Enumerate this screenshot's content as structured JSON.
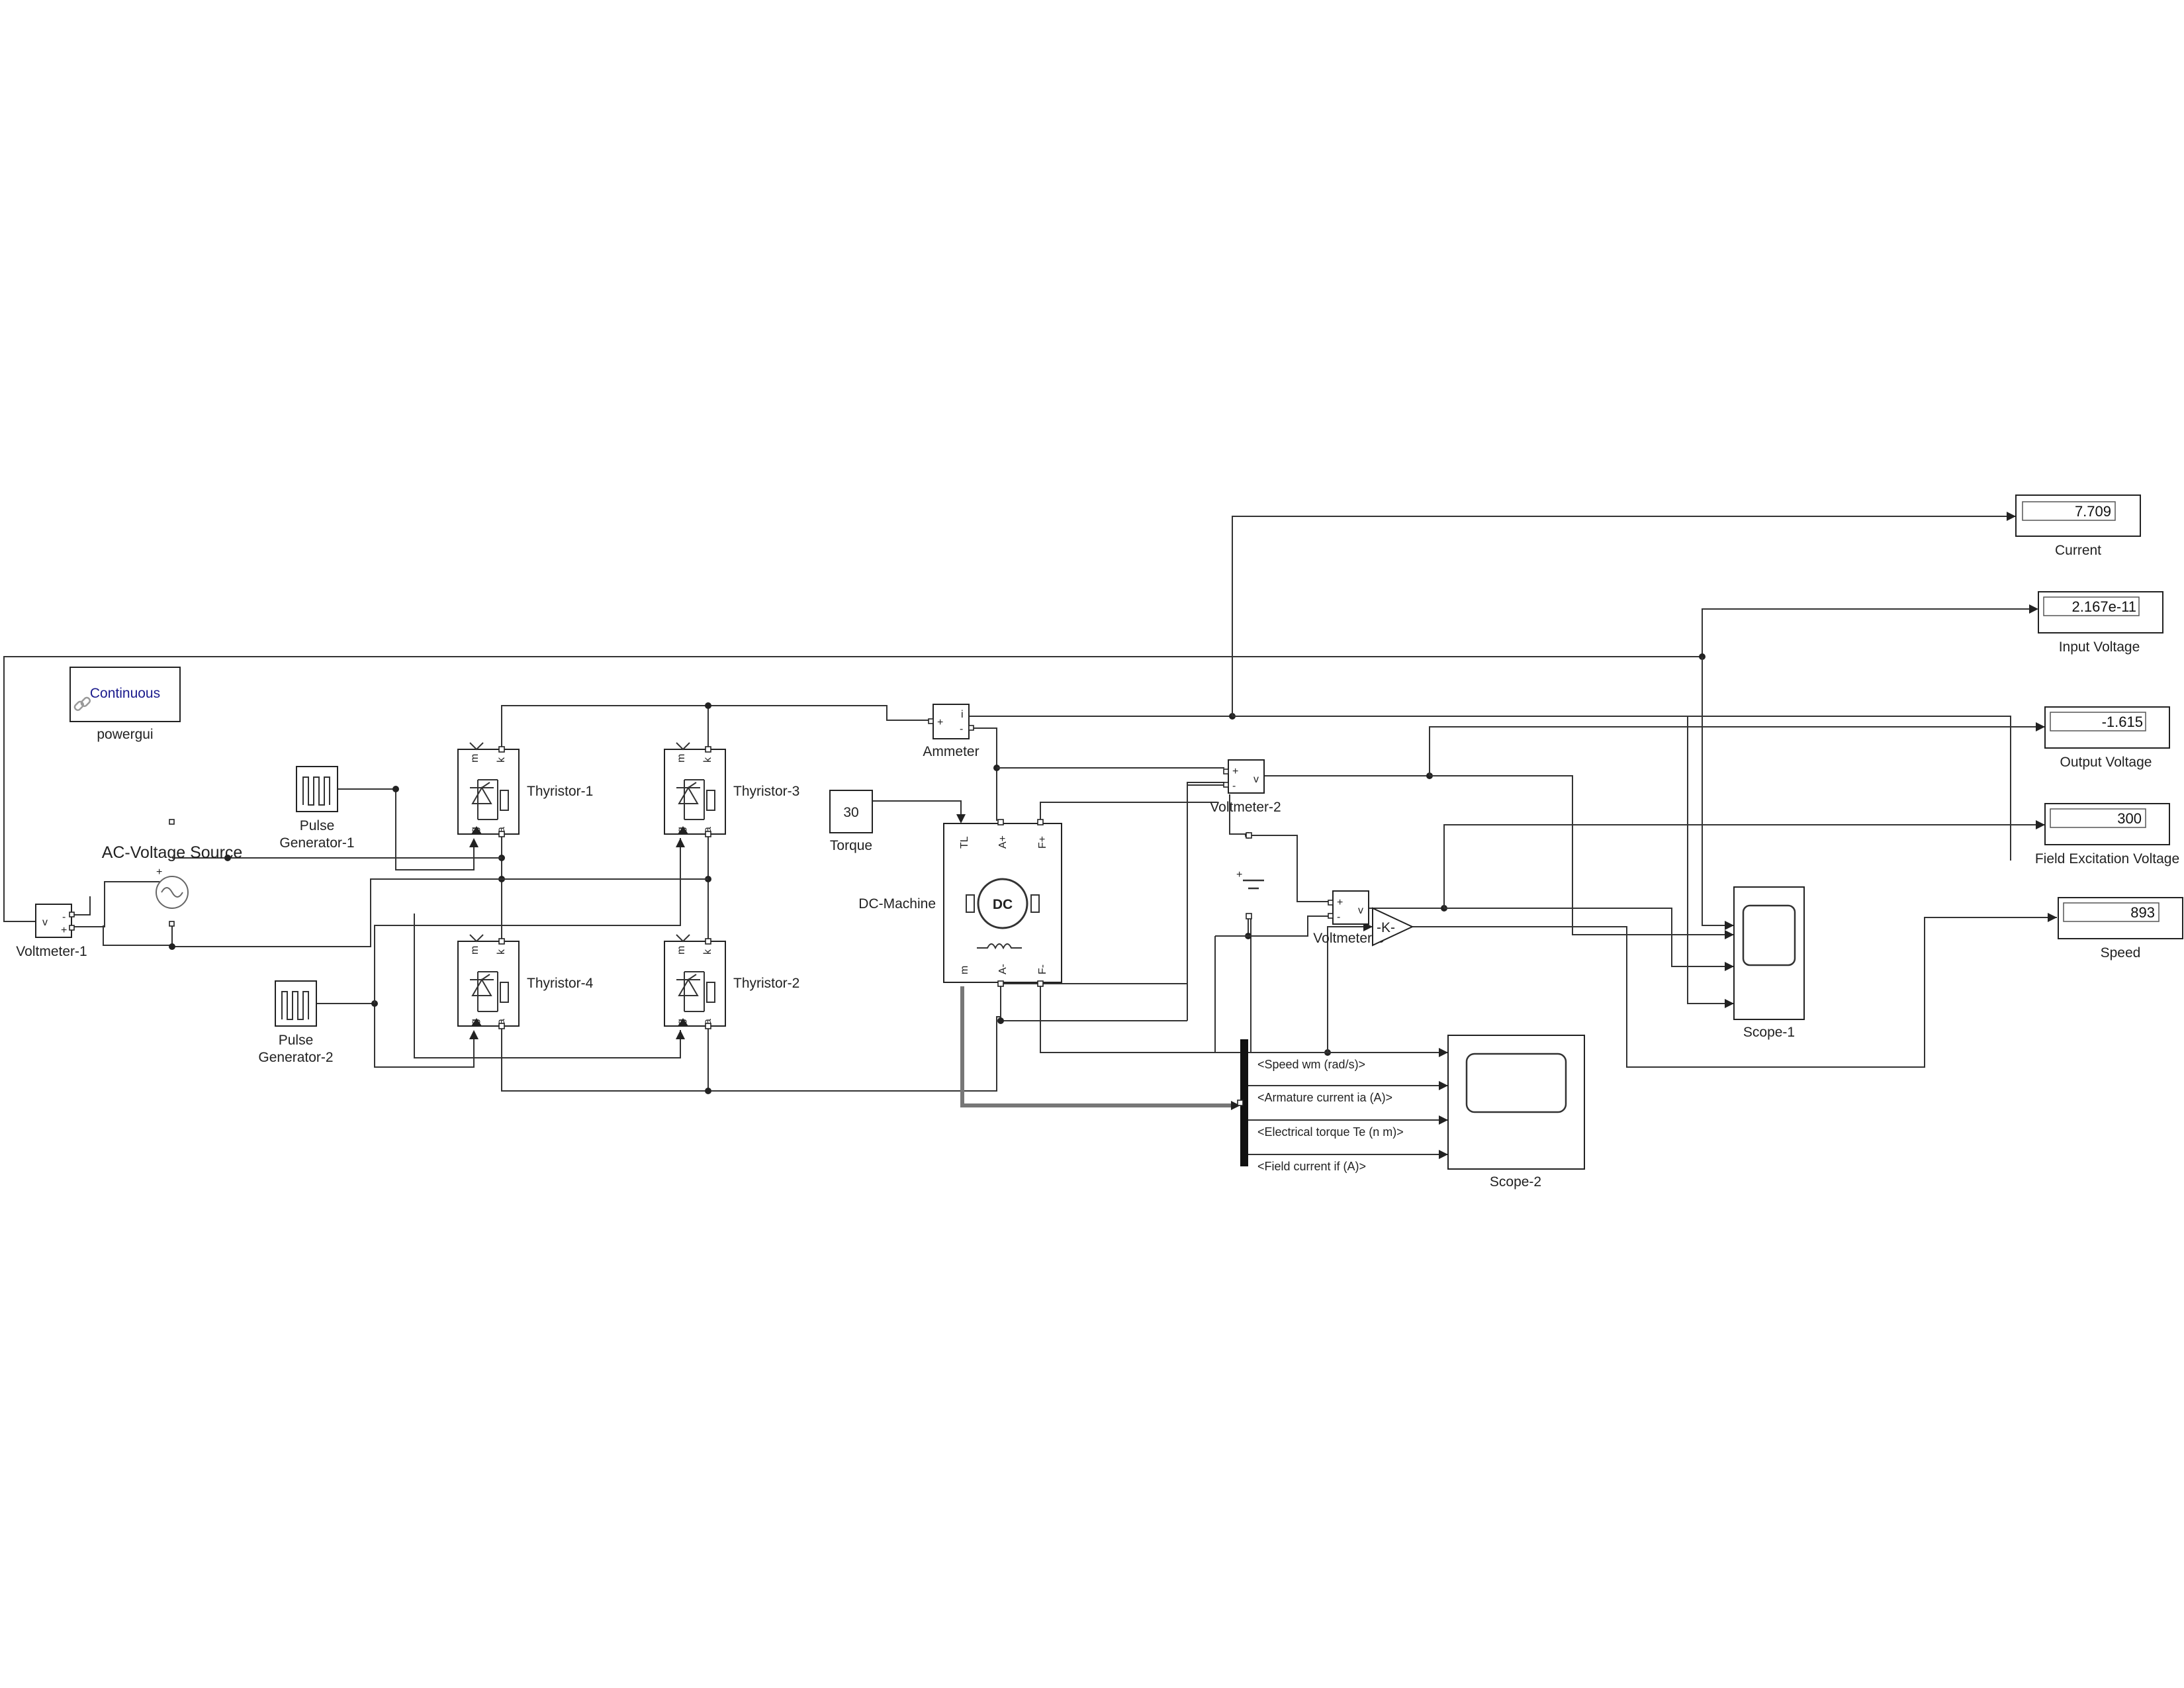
{
  "powergui": {
    "mode": "Continuous",
    "name": "powergui"
  },
  "sources": {
    "ac_source": "AC-Voltage Source",
    "pulse1": [
      "Pulse",
      "Generator-1"
    ],
    "pulse2": [
      "Pulse",
      "Generator-2"
    ],
    "torque_value": "30",
    "torque_label": "Torque"
  },
  "thyristors": [
    {
      "name": "Thyristor-1"
    },
    {
      "name": "Thyristor-3"
    },
    {
      "name": "Thyristor-4"
    },
    {
      "name": "Thyristor-2"
    }
  ],
  "thyristor_ports": {
    "m": "m",
    "k": "k",
    "g": "g",
    "a": "a"
  },
  "meters": {
    "voltmeter1": "Voltmeter-1",
    "voltmeter2": "Voltmeter-2",
    "voltmeter3": "Voltmeter-3",
    "ammeter": "Ammeter",
    "v": "v",
    "i": "i",
    "plus": "+",
    "minus": "-"
  },
  "machine": {
    "name": "DC-Machine",
    "badge": "DC",
    "ports": {
      "tl": "TL",
      "a_plus": "A+",
      "f_plus": "F+",
      "m": "m",
      "a_minus": "A-",
      "f_minus": "F-"
    }
  },
  "gain": "-K-",
  "displays": [
    {
      "name": "Current",
      "value": "7.709"
    },
    {
      "name": "Input Voltage",
      "value": "2.167e-11"
    },
    {
      "name": "Output Voltage",
      "value": "-1.615"
    },
    {
      "name": "Field Excitation Voltage",
      "value": "300"
    },
    {
      "name": "Speed",
      "value": "893"
    }
  ],
  "bus_signals": [
    "<Speed wm (rad/s)>",
    "<Armature current ia (A)>",
    "<Electrical torque Te (n m)>",
    "<Field current if (A)>"
  ],
  "scopes": {
    "scope1": "Scope-1",
    "scope2": "Scope-2"
  },
  "colors": {
    "powergui_text": "#1a1a8c",
    "wire": "#333333",
    "bus": "#777777"
  }
}
